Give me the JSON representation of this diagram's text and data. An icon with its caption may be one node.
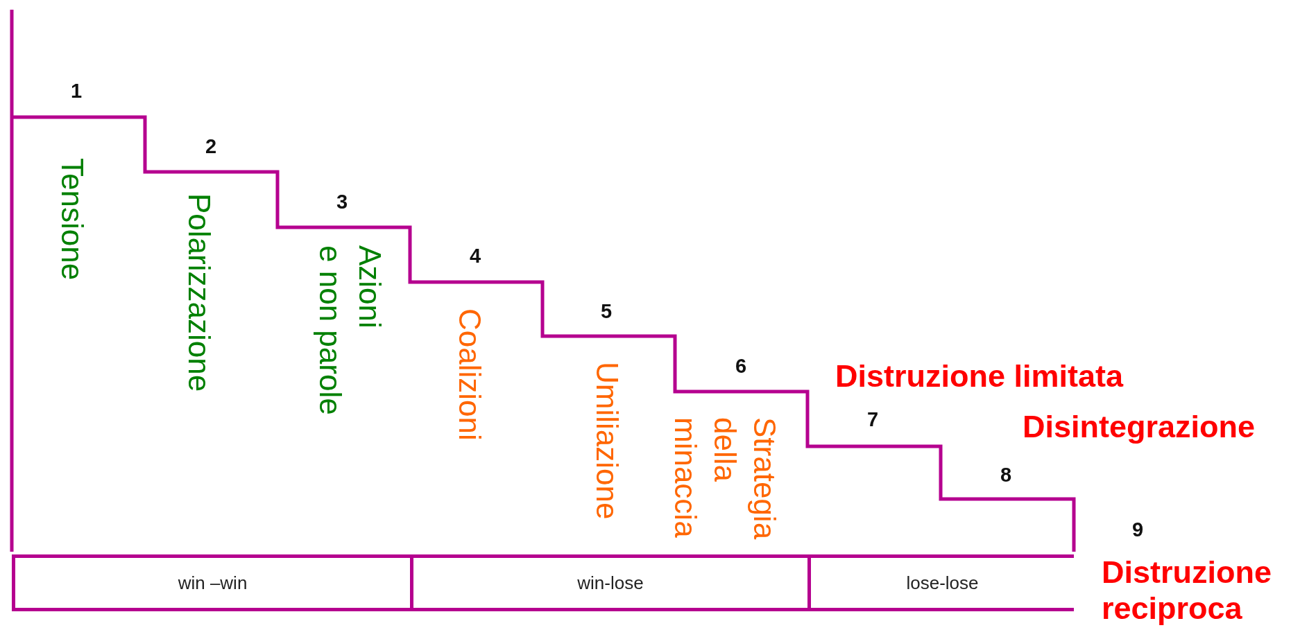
{
  "diagram": {
    "nodes": [
      {
        "text": [
          "win –win"
        ]
      },
      {
        "text": [
          "win-lose"
        ]
      },
      {
        "text": [
          "lose-lose"
        ]
      }
    ],
    "labels": [
      "1",
      "Tensione",
      "2",
      "Polarizzazione",
      "3",
      "Azioni e non parole",
      "4",
      "Coalizioni",
      "5",
      "Umiliazione",
      "6",
      "Strategia della minaccia",
      "Distruzione limitata",
      "7",
      "Disintegrazione",
      "8",
      "9",
      "Distruzione reciproca"
    ]
  }
}
